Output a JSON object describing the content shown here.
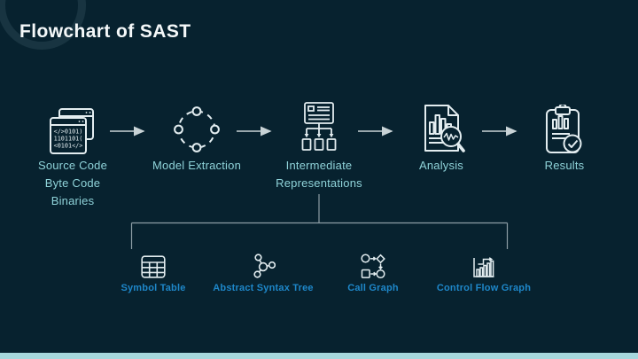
{
  "title": "Flowchart of SAST",
  "colors": {
    "bg": "#07222f",
    "icon": "#e3edf0",
    "step_label": "#8fd3d9",
    "sub_label": "#1e87c9",
    "arrow": "#c8d3d6",
    "branch": "#8d9ea6",
    "title_text": "#f4f8f9",
    "bottom_bar": "#a7d8dd"
  },
  "steps": [
    {
      "label": "Source Code\nByte Code\nBinaries",
      "icon": "source-code-windows-icon"
    },
    {
      "label": "Model Extraction",
      "icon": "model-extraction-icon"
    },
    {
      "label": "Intermediate\nRepresentations",
      "icon": "hierarchy-icon"
    },
    {
      "label": "Analysis",
      "icon": "analysis-magnifier-icon"
    },
    {
      "label": "Results",
      "icon": "clipboard-check-icon"
    }
  ],
  "sub_items": [
    {
      "label": "Symbol Table",
      "icon": "table-grid-icon"
    },
    {
      "label": "Abstract Syntax Tree",
      "icon": "tree-nodes-icon"
    },
    {
      "label": "Call Graph",
      "icon": "call-graph-icon"
    },
    {
      "label": "Control Flow Graph",
      "icon": "growth-chart-icon"
    }
  ],
  "code_lines": [
    "</>0101)",
    "1101101(",
    "<0101</>"
  ]
}
